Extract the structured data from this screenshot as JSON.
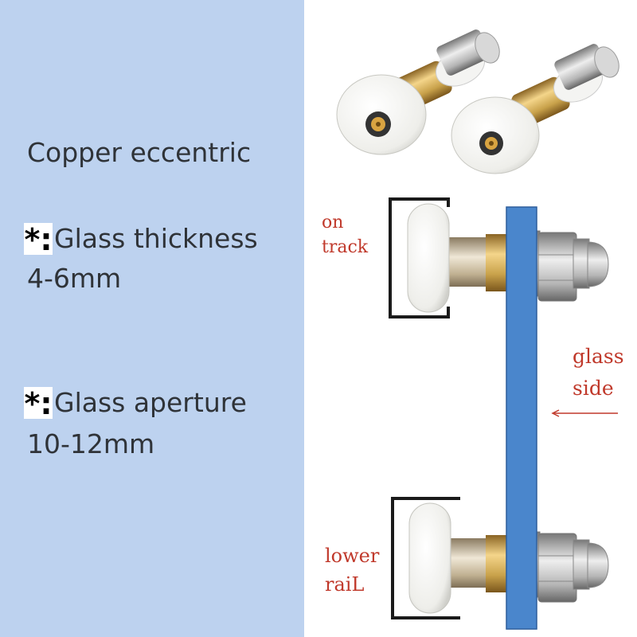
{
  "panel": {
    "title": "Copper eccentric",
    "thickness_mark": "*:",
    "thickness_label": "Glass thickness",
    "thickness_value": "4-6mm",
    "aperture_mark": "*:",
    "aperture_label": "Glass aperture",
    "aperture_value": "10-12mm"
  },
  "labels": {
    "on_track_1": "on",
    "on_track_2": "track",
    "glass_side_1": "glass",
    "glass_side_2": "side",
    "lower_rail_1": "lower",
    "lower_rail_2": "raiL"
  },
  "colors": {
    "panel_bg": "#bdd2ef",
    "glass": "#4a86cc",
    "label_red": "#c0392b",
    "brass": "#c9a24b",
    "wheel": "#f2f2f0"
  }
}
